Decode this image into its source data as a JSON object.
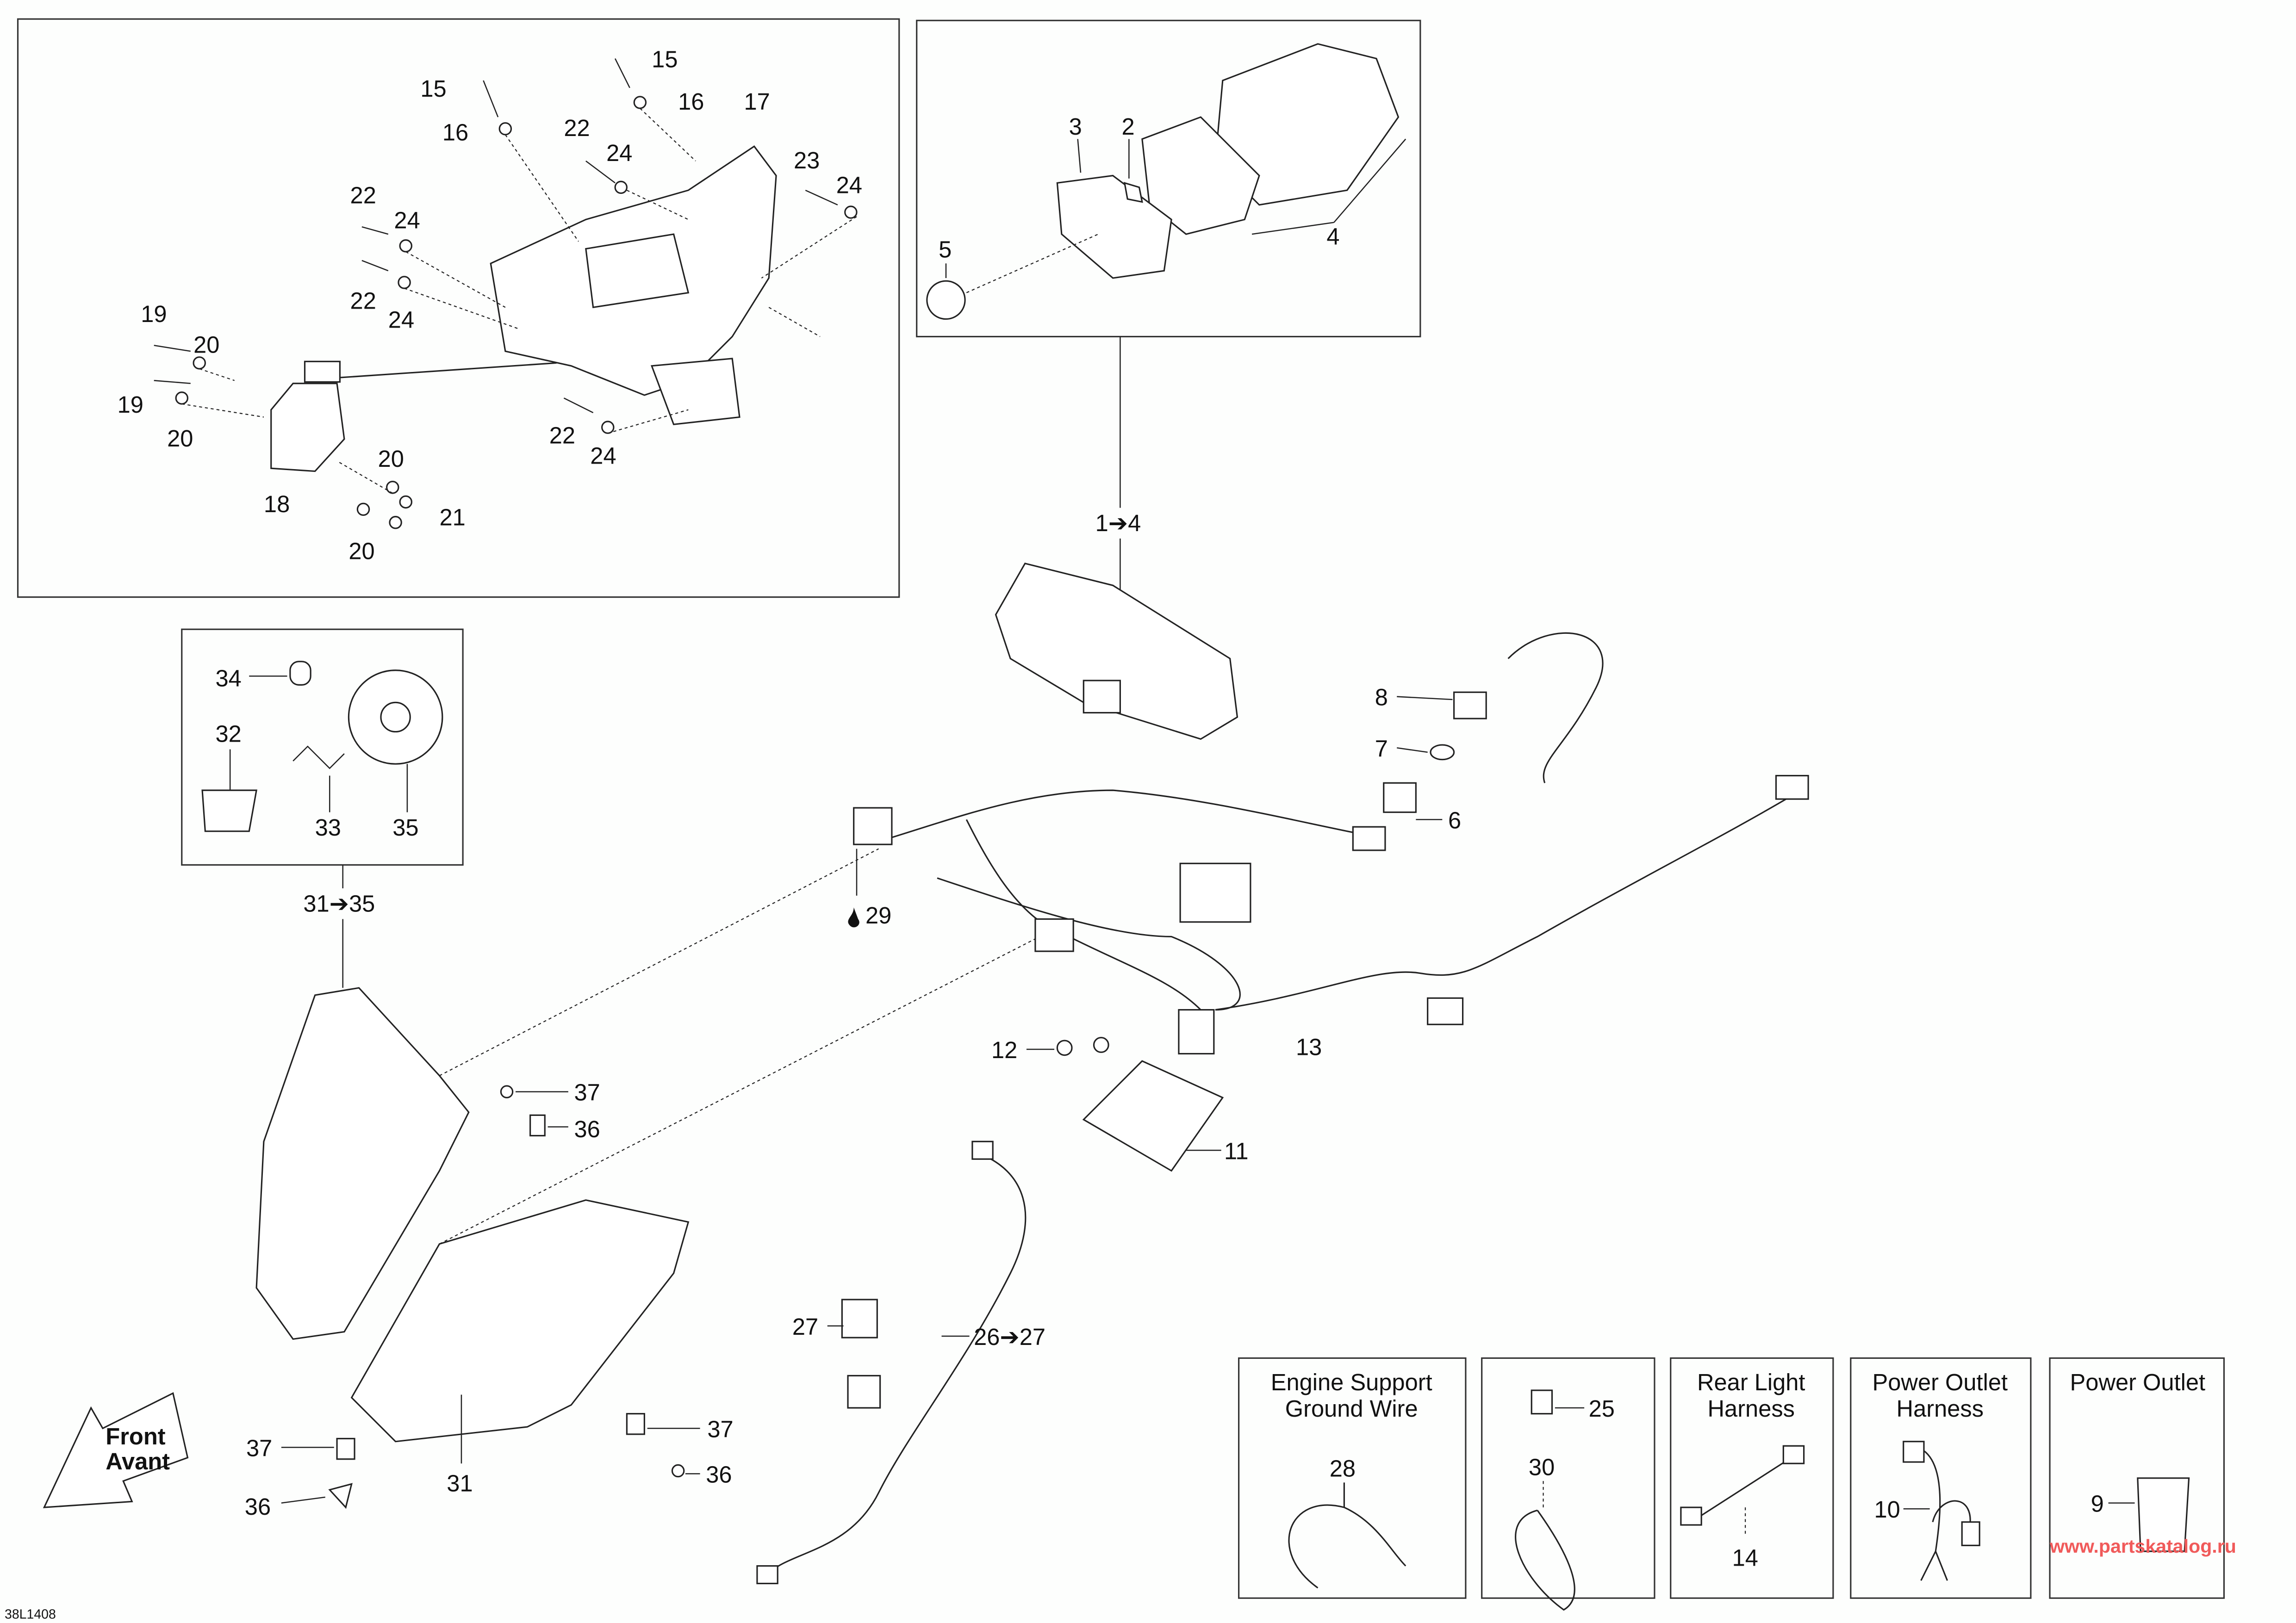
{
  "diagram_id": "38L1408",
  "watermark": "www.partskatalog.ru",
  "front_arrow": {
    "line1": "Front",
    "line2": "Avant"
  },
  "callouts": {
    "c15a": "15",
    "c15b": "15",
    "c16a": "16",
    "c16b": "16",
    "c17": "17",
    "c22a": "22",
    "c24a": "24",
    "c23": "23",
    "c24b": "24",
    "c22b": "22",
    "c24c": "24",
    "c22c": "22",
    "c24d": "24",
    "c19a": "19",
    "c20a": "20",
    "c19b": "19",
    "c20b": "20",
    "c22d": "22",
    "c24e": "24",
    "c20c": "20",
    "c21": "21",
    "c18": "18",
    "c20d": "20",
    "c3": "3",
    "c2": "2",
    "c5": "5",
    "c4": "4",
    "c1to4": "1➔4",
    "c34": "34",
    "c32": "32",
    "c33": "33",
    "c35": "35",
    "c31to35": "31➔35",
    "c8": "8",
    "c7": "7",
    "c6": "6",
    "c29": "29",
    "c13": "13",
    "c12": "12",
    "c11": "11",
    "c37a": "37",
    "c36a": "36",
    "c27": "27",
    "c26to27": "26➔27",
    "c37b": "37",
    "c31": "31",
    "c37c": "37",
    "c36b": "36",
    "c36c": "36"
  },
  "kits": [
    {
      "title1": "Engine Support",
      "title2": "Ground Wire",
      "items": [
        "28"
      ]
    },
    {
      "title1": "",
      "title2": "",
      "items": [
        "25",
        "30"
      ]
    },
    {
      "title1": "Rear Light",
      "title2": "Harness",
      "items": [
        "14"
      ]
    },
    {
      "title1": "Power Outlet",
      "title2": "Harness",
      "items": [
        "10"
      ]
    },
    {
      "title1": "Power Outlet",
      "title2": "",
      "items": [
        "9"
      ]
    }
  ],
  "icons": {
    "drop": "drop-icon",
    "arrow": "arrow-right-icon"
  },
  "colors": {
    "line": "#222222",
    "watermark": "#f05a5a",
    "background": "#fdfefd"
  }
}
